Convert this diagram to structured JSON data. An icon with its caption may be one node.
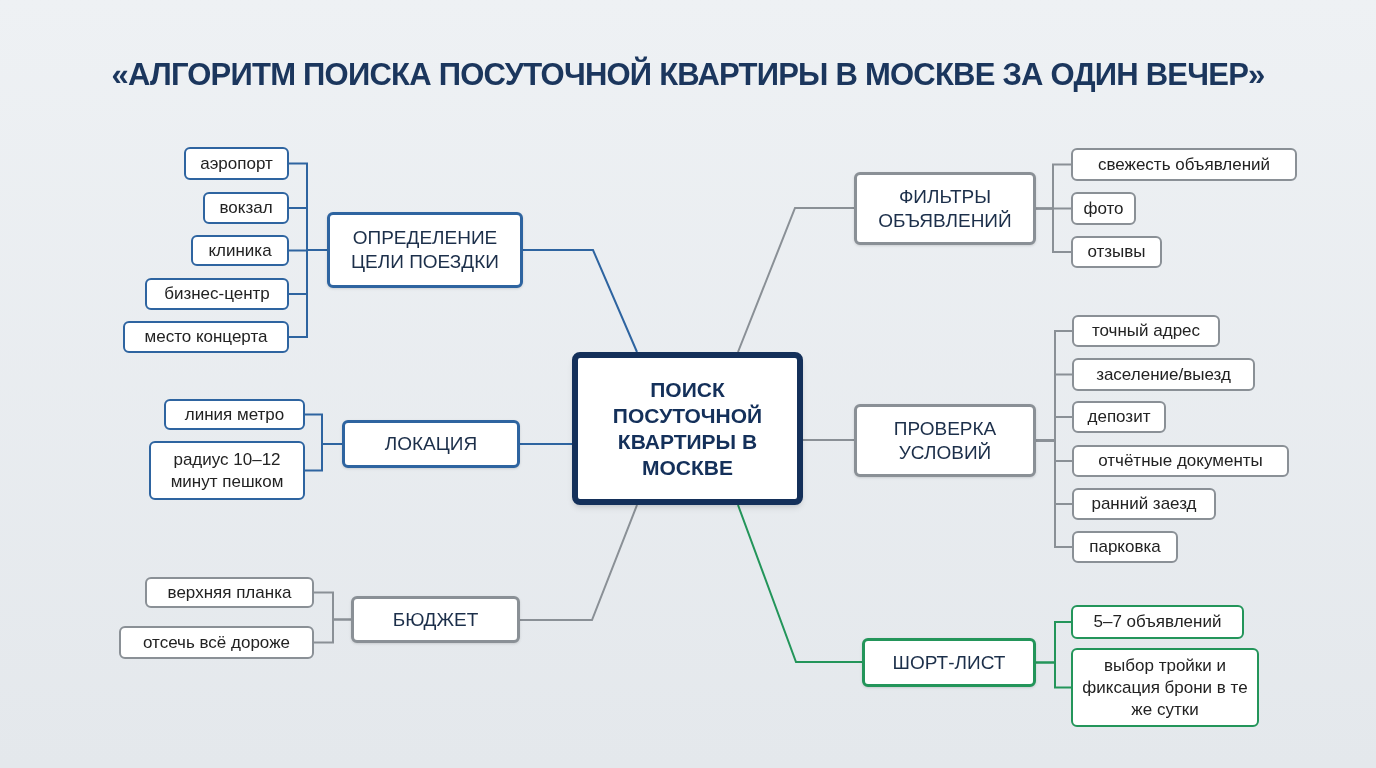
{
  "diagram": {
    "title": "«АЛГОРИТМ ПОИСКА ПОСУТОЧНОЙ КВАРТИРЫ В МОСКВЕ ЗА ОДИН ВЕЧЕР»",
    "nodes": [
      {
        "text": [
          "ПОИСК ПОСУТОЧНОЙ КВАРТИРЫ В МОСКВЕ"
        ]
      },
      {
        "text": [
          "ОПРЕДЕЛЕНИЕ ЦЕЛИ ПОЕЗДКИ"
        ]
      },
      {
        "text": [
          "аэропорт"
        ]
      },
      {
        "text": [
          "вокзал"
        ]
      },
      {
        "text": [
          "клиника"
        ]
      },
      {
        "text": [
          "бизнес-центр"
        ]
      },
      {
        "text": [
          "место концерта"
        ]
      },
      {
        "text": [
          "ЛОКАЦИЯ"
        ]
      },
      {
        "text": [
          "линия метро"
        ]
      },
      {
        "text": [
          "радиус 10–12 минут пешком"
        ]
      },
      {
        "text": [
          "БЮДЖЕТ"
        ]
      },
      {
        "text": [
          "верхняя планка"
        ]
      },
      {
        "text": [
          "отсечь всё дороже"
        ]
      },
      {
        "text": [
          "ФИЛЬТРЫ ОБЪЯВЛЕНИЙ"
        ]
      },
      {
        "text": [
          "свежесть объявлений"
        ]
      },
      {
        "text": [
          "фото"
        ]
      },
      {
        "text": [
          "отзывы"
        ]
      },
      {
        "text": [
          "ПРОВЕРКА УСЛОВИЙ"
        ]
      },
      {
        "text": [
          "точный адрес"
        ]
      },
      {
        "text": [
          "заселение/выезд"
        ]
      },
      {
        "text": [
          "депозит"
        ]
      },
      {
        "text": [
          "отчётные документы"
        ]
      },
      {
        "text": [
          "ранний заезд"
        ]
      },
      {
        "text": [
          "парковка"
        ]
      },
      {
        "text": [
          "ШОРТ-ЛИСТ"
        ]
      },
      {
        "text": [
          "5–7 объявлений"
        ]
      },
      {
        "text": [
          "выбор тройки и фиксация брони в те же сутки"
        ]
      }
    ],
    "edges": [
      {
        "from": 0,
        "to": 1,
        "arrow": "none",
        "color": "#2e64a0"
      },
      {
        "from": 1,
        "to": 2,
        "arrow": "none",
        "color": "#2e64a0"
      },
      {
        "from": 1,
        "to": 3,
        "arrow": "none",
        "color": "#2e64a0"
      },
      {
        "from": 1,
        "to": 4,
        "arrow": "none",
        "color": "#2e64a0"
      },
      {
        "from": 1,
        "to": 5,
        "arrow": "none",
        "color": "#2e64a0"
      },
      {
        "from": 1,
        "to": 6,
        "arrow": "none",
        "color": "#2e64a0"
      },
      {
        "from": 0,
        "to": 7,
        "arrow": "none",
        "color": "#2e64a0"
      },
      {
        "from": 7,
        "to": 8,
        "arrow": "none",
        "color": "#2e64a0"
      },
      {
        "from": 7,
        "to": 9,
        "arrow": "none",
        "color": "#2e64a0"
      },
      {
        "from": 0,
        "to": 10,
        "arrow": "none"
      },
      {
        "from": 10,
        "to": 11,
        "arrow": "none"
      },
      {
        "from": 10,
        "to": 12,
        "arrow": "none"
      },
      {
        "from": 0,
        "to": 13,
        "arrow": "none"
      },
      {
        "from": 13,
        "to": 14,
        "arrow": "none"
      },
      {
        "from": 13,
        "to": 15,
        "arrow": "none"
      },
      {
        "from": 13,
        "to": 16,
        "arrow": "none"
      },
      {
        "from": 0,
        "to": 17,
        "arrow": "none"
      },
      {
        "from": 17,
        "to": 18,
        "arrow": "none"
      },
      {
        "from": 17,
        "to": 19,
        "arrow": "none"
      },
      {
        "from": 17,
        "to": 20,
        "arrow": "none"
      },
      {
        "from": 17,
        "to": 21,
        "arrow": "none"
      },
      {
        "from": 17,
        "to": 22,
        "arrow": "none"
      },
      {
        "from": 17,
        "to": 23,
        "arrow": "none"
      },
      {
        "from": 0,
        "to": 24,
        "arrow": "none",
        "color": "#23955a"
      },
      {
        "from": 24,
        "to": 25,
        "arrow": "none",
        "color": "#23955a"
      },
      {
        "from": 24,
        "to": 26,
        "arrow": "none",
        "color": "#23955a"
      }
    ]
  }
}
